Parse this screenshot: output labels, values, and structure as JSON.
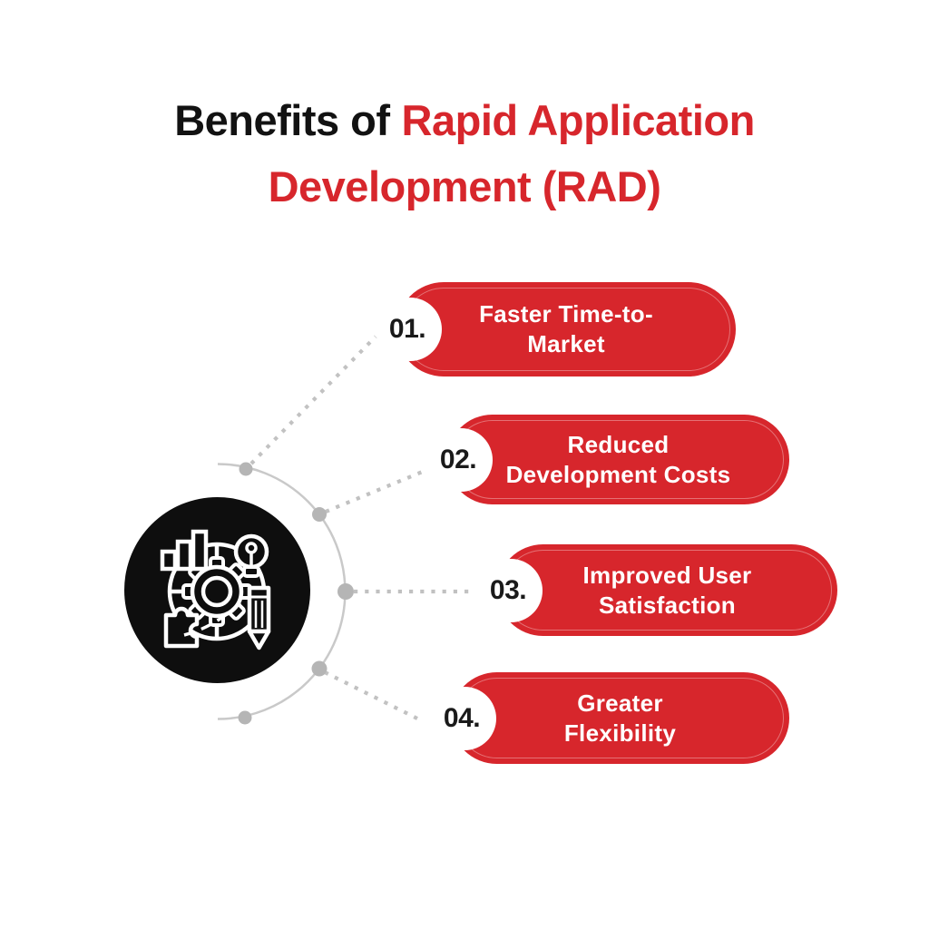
{
  "title": {
    "line1_black": "Benefits of",
    "line1_red": "Rapid Application",
    "line2_red": "Development (RAD)"
  },
  "items": [
    {
      "number": "01.",
      "line1": "Faster Time-to-",
      "line2": "Market"
    },
    {
      "number": "02.",
      "line1": "Reduced",
      "line2": "Development Costs"
    },
    {
      "number": "03.",
      "line1": "Improved User",
      "line2": "Satisfaction"
    },
    {
      "number": "04.",
      "line1": "Greater",
      "line2": "Flexibility"
    }
  ],
  "icon": {
    "name": "rad-development-icon"
  },
  "colors": {
    "accent_red": "#D7262C",
    "pill_red": "#D7262C",
    "title_black": "#121212",
    "pill_text_white": "#FFFFFF",
    "number_black": "#1A1A1A",
    "connector_gray": "#B7B7B7",
    "arc_gray": "#C9C9C9",
    "node_gray": "#B5B5B5",
    "icon_bg_black": "#0E0E0E",
    "icon_stroke_white": "#FFFFFF"
  }
}
